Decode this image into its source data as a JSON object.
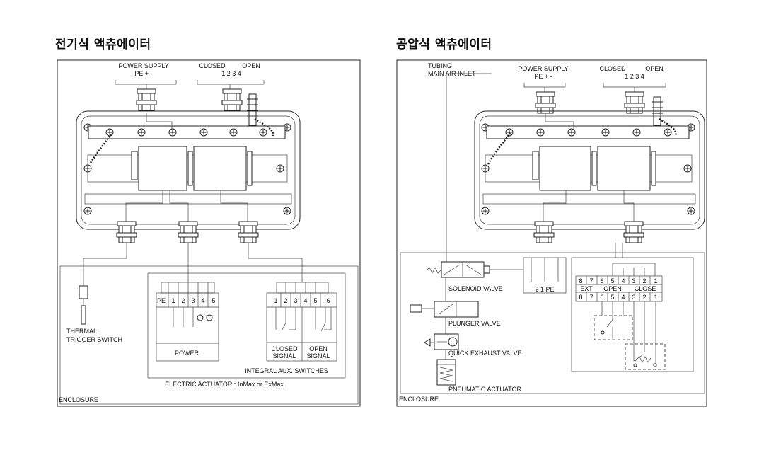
{
  "left": {
    "title": "전기식 액츄에이터",
    "power_supply": "POWER SUPPLY",
    "power_terms": "PE   +    -",
    "closed": "CLOSED",
    "open": "OPEN",
    "term_nums": "1    2    3    4",
    "thermal1": "THERMAL",
    "thermal2": "TRIGGER SWITCH",
    "power_block_terms": [
      "PE",
      "1",
      "2",
      "3",
      "4",
      "5"
    ],
    "power_label": "POWER",
    "aux_terms": [
      "1",
      "2",
      "3",
      "4",
      "5",
      "6"
    ],
    "closed_signal1": "CLOSED",
    "closed_signal2": "SIGNAL",
    "open_signal1": "OPEN",
    "open_signal2": "SIGNAL",
    "integral": "INTEGRAL AUX. SWITCHES",
    "actuator": "ELECTRIC ACTUATOR : InMax or ExMax",
    "enclosure": "ENCLOSURE"
  },
  "right": {
    "title": "공압식 액츄에이터",
    "tubing1": "TUBING",
    "tubing2": "MAIN AIR INLET",
    "power_supply": "POWER SUPPLY",
    "power_terms": "PE   +    -",
    "closed": "CLOSED",
    "open": "OPEN",
    "term_nums": "1    2    3    4",
    "solenoid": "SOLENOID VALVE",
    "sol_terms": "2   1  PE",
    "plunger": "PLUNGER VALVE",
    "quick": "QUICK EXHAUST VALVE",
    "pneumatic": "PNEUMATIC ACTUATOR",
    "enclosure": "ENCLOSURE",
    "strip_top": [
      "8",
      "7",
      "6",
      "5",
      "4",
      "3",
      "2",
      "1"
    ],
    "strip_ext": "EXT",
    "strip_open": "OPEN",
    "strip_close": "CLOSE",
    "strip_bottom": [
      "8",
      "7",
      "6",
      "5",
      "4",
      "3",
      "2",
      "1"
    ]
  }
}
